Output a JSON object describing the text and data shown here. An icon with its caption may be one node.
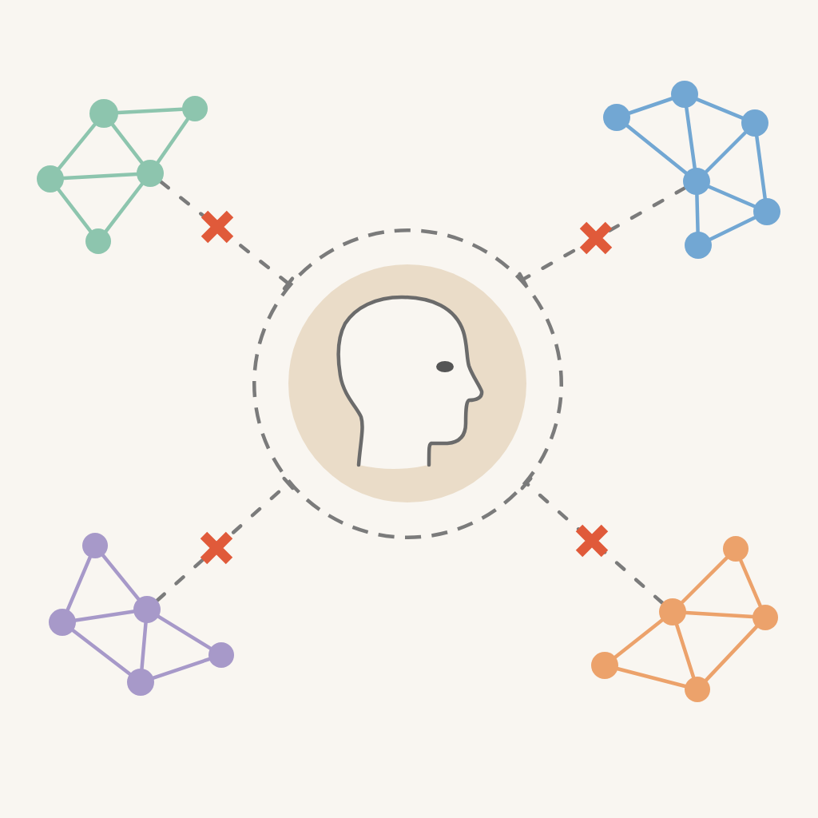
{
  "diagram": {
    "nodes": [
      {
        "text": [],
        "shape": "circle"
      },
      {
        "text": [],
        "shape": "circle"
      },
      {
        "text": [],
        "shape": "circle"
      },
      {
        "text": [],
        "shape": "circle"
      },
      {
        "text": [],
        "shape": "circle"
      },
      {
        "text": [],
        "shape": "circle"
      },
      {
        "text": [],
        "shape": "circle"
      },
      {
        "text": [],
        "shape": "circle"
      },
      {
        "text": [],
        "shape": "circle"
      },
      {
        "text": [],
        "shape": "circle"
      },
      {
        "text": [],
        "shape": "circle"
      },
      {
        "text": [],
        "shape": "circle"
      },
      {
        "text": [],
        "shape": "circle",
        "in": 11
      },
      {
        "text": [],
        "shape": "person",
        "in": 12
      },
      {
        "text": [],
        "shape": "circle"
      },
      {
        "text": [],
        "shape": "circle"
      },
      {
        "text": [],
        "shape": "circle"
      },
      {
        "text": [],
        "shape": "circle"
      },
      {
        "text": [],
        "shape": "circle"
      },
      {
        "text": [],
        "shape": "circle"
      },
      {
        "text": [],
        "shape": "circle"
      },
      {
        "text": [],
        "shape": "circle"
      },
      {
        "text": [],
        "shape": "circle"
      },
      {
        "text": [],
        "shape": "circle"
      }
    ],
    "edges": [
      {
        "from": 0,
        "to": 1,
        "arrow": "none",
        "color": "#8dc5ae"
      },
      {
        "from": 0,
        "to": 2,
        "arrow": "none",
        "color": "#8dc5ae"
      },
      {
        "from": 0,
        "to": 3,
        "arrow": "none",
        "color": "#8dc5ae"
      },
      {
        "from": 1,
        "to": 3,
        "arrow": "none",
        "color": "#8dc5ae"
      },
      {
        "from": 2,
        "to": 3,
        "arrow": "none",
        "color": "#8dc5ae"
      },
      {
        "from": 2,
        "to": 4,
        "arrow": "none",
        "color": "#8dc5ae"
      },
      {
        "from": 3,
        "to": 4,
        "arrow": "none",
        "color": "#8dc5ae"
      },
      {
        "from": 5,
        "to": 6,
        "arrow": "none",
        "color": "#72a7d3"
      },
      {
        "from": 6,
        "to": 7,
        "arrow": "none",
        "color": "#72a7d3"
      },
      {
        "from": 5,
        "to": 8,
        "arrow": "none",
        "color": "#72a7d3"
      },
      {
        "from": 6,
        "to": 8,
        "arrow": "none",
        "color": "#72a7d3"
      },
      {
        "from": 7,
        "to": 8,
        "arrow": "none",
        "color": "#72a7d3"
      },
      {
        "from": 7,
        "to": 9,
        "arrow": "none",
        "color": "#72a7d3"
      },
      {
        "from": 8,
        "to": 9,
        "arrow": "none",
        "color": "#72a7d3"
      },
      {
        "from": 8,
        "to": 10,
        "arrow": "none",
        "color": "#72a7d3"
      },
      {
        "from": 9,
        "to": 10,
        "arrow": "none",
        "color": "#72a7d3"
      },
      {
        "from": 14,
        "to": 15,
        "arrow": "none",
        "color": "#a799c9"
      },
      {
        "from": 14,
        "to": 16,
        "arrow": "none",
        "color": "#a799c9"
      },
      {
        "from": 15,
        "to": 16,
        "arrow": "none",
        "color": "#a799c9"
      },
      {
        "from": 15,
        "to": 18,
        "arrow": "none",
        "color": "#a799c9"
      },
      {
        "from": 16,
        "to": 18,
        "arrow": "none",
        "color": "#a799c9"
      },
      {
        "from": 16,
        "to": 17,
        "arrow": "none",
        "color": "#a799c9"
      },
      {
        "from": 17,
        "to": 18,
        "arrow": "none",
        "color": "#a799c9"
      },
      {
        "from": 19,
        "to": 20,
        "arrow": "none",
        "color": "#eca26b"
      },
      {
        "from": 19,
        "to": 21,
        "arrow": "none",
        "color": "#eca26b"
      },
      {
        "from": 20,
        "to": 21,
        "arrow": "none",
        "color": "#eca26b"
      },
      {
        "from": 20,
        "to": 22,
        "arrow": "none",
        "color": "#eca26b"
      },
      {
        "from": 20,
        "to": 23,
        "arrow": "none",
        "color": "#eca26b"
      },
      {
        "from": 21,
        "to": 23,
        "arrow": "none",
        "color": "#eca26b"
      },
      {
        "from": 22,
        "to": 23,
        "arrow": "none",
        "color": "#eca26b"
      },
      {
        "from": 3,
        "to": 11,
        "arrow": "other",
        "style": "dashed",
        "color": "#7b7b7b"
      },
      {
        "from": 8,
        "to": 11,
        "arrow": "other",
        "style": "dashed",
        "color": "#7b7b7b"
      },
      {
        "from": 16,
        "to": 11,
        "arrow": "other",
        "style": "dashed",
        "color": "#7b7b7b"
      },
      {
        "from": 20,
        "to": 11,
        "arrow": "other",
        "style": "dashed",
        "color": "#7b7b7b"
      }
    ]
  }
}
